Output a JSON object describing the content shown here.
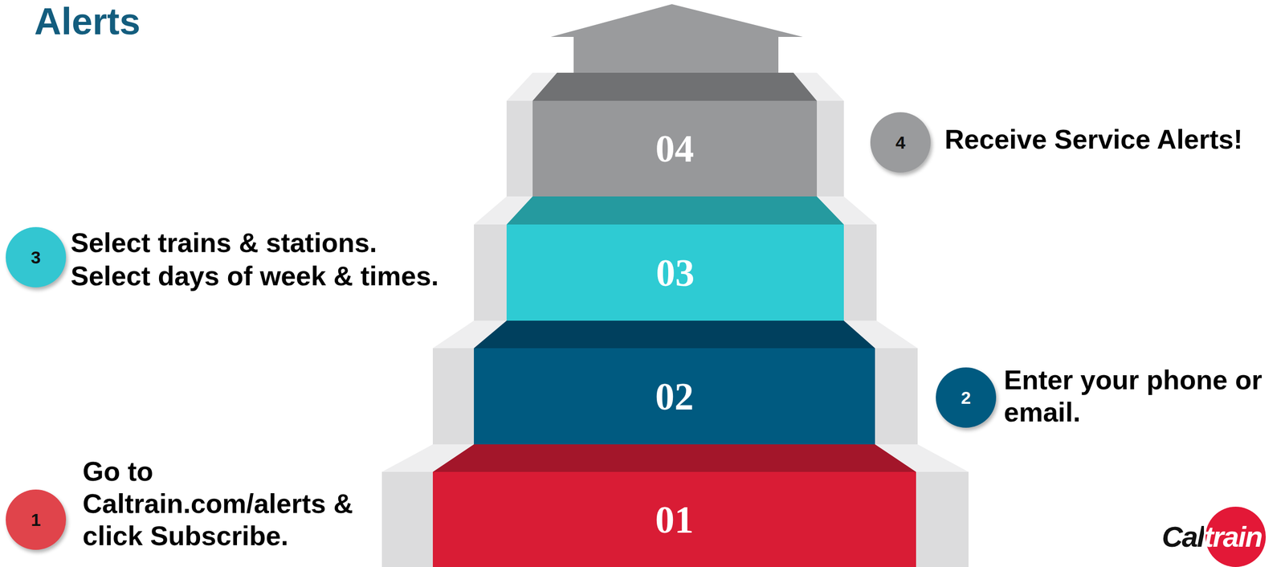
{
  "diagram": {
    "title": "Alerts",
    "nodes": [
      {
        "text": [
          "01"
        ]
      },
      {
        "text": [
          "02"
        ]
      },
      {
        "text": [
          "03"
        ]
      },
      {
        "text": [
          "04"
        ]
      },
      {
        "text": [
          "1"
        ]
      },
      {
        "text": [
          "2"
        ]
      },
      {
        "text": [
          "3"
        ]
      },
      {
        "text": [
          "4"
        ]
      }
    ],
    "labels": [
      "Go to Caltrain.com/alerts & click Subscribe.",
      "Enter your phone or email.",
      "Select trains & stations.",
      "Select days of week & times.",
      "Receive Service Alerts!",
      "Caltrain"
    ]
  }
}
